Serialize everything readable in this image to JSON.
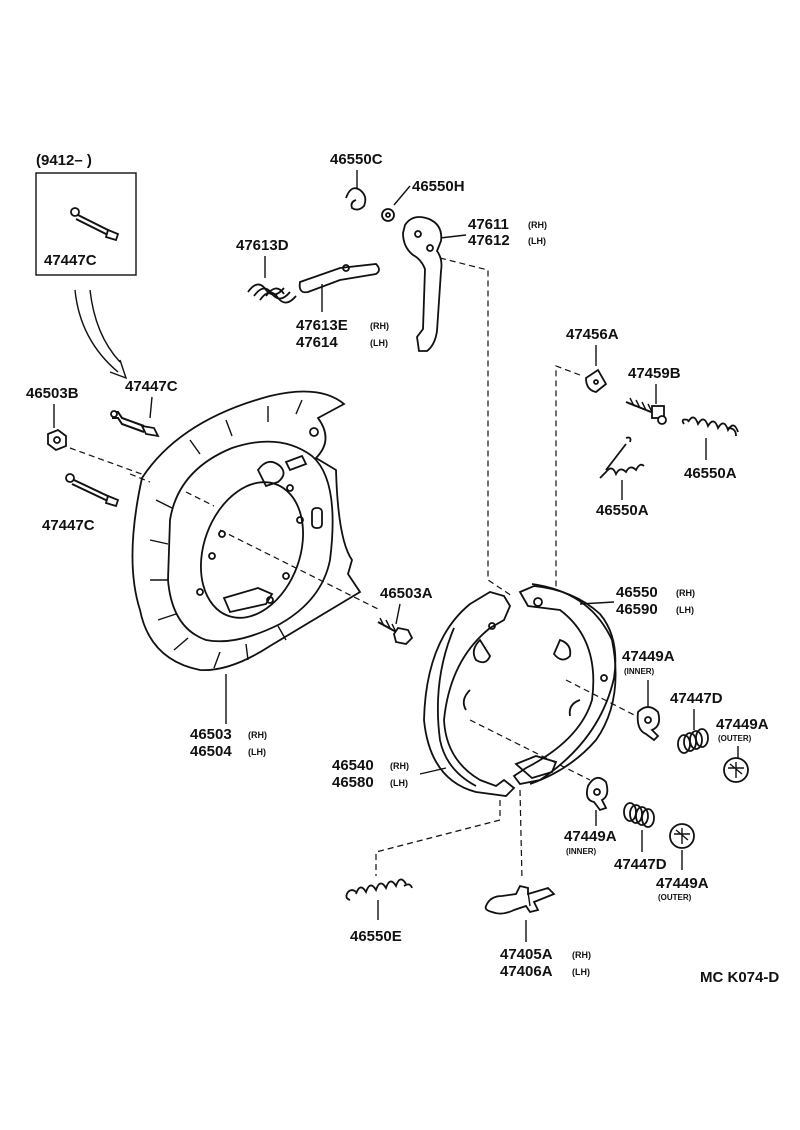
{
  "diagram_code": "MC K074-D",
  "inset": {
    "date_range": "(9412–      )",
    "part": "47447C"
  },
  "labels": {
    "p46550C": "46550C",
    "p46550H": "46550H",
    "p47611": "47611",
    "p47612": "47612",
    "p47613D": "47613D",
    "p47613E": "47613E",
    "p47614": "47614",
    "p47456A": "47456A",
    "p47459B": "47459B",
    "p46550A_r": "46550A",
    "p46550A_c": "46550A",
    "p46503B": "46503B",
    "p47447C_a": "47447C",
    "p47447C_b": "47447C",
    "p46503A": "46503A",
    "p46550": "46550",
    "p46590": "46590",
    "p47449A_inner1": "47449A",
    "p47447D_1": "47447D",
    "p47449A_outer1": "47449A",
    "p46503": "46503",
    "p46504": "46504",
    "p46540": "46540",
    "p46580": "46580",
    "p47449A_inner2": "47449A",
    "p47447D_2": "47447D",
    "p47449A_outer2": "47449A",
    "p46550E": "46550E",
    "p47405A": "47405A",
    "p47406A": "47406A"
  },
  "qualifiers": {
    "rh": "(RH)",
    "lh": "(LH)",
    "inner": "(INNER)",
    "outer": "(OUTER)"
  }
}
